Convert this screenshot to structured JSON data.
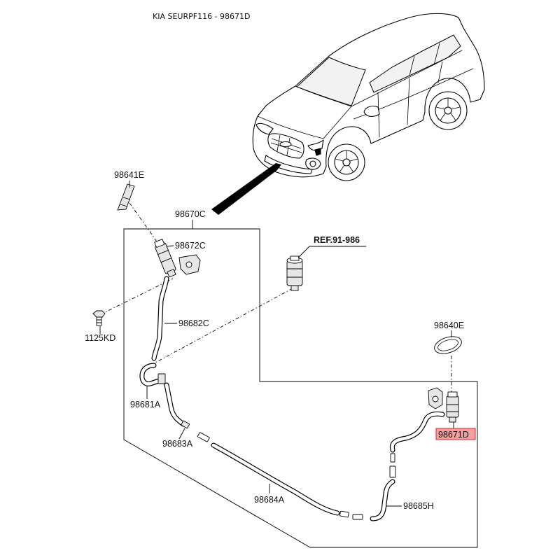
{
  "header": {
    "title": "KIA SEURPF116 - 98671D"
  },
  "callouts": {
    "c98641E": "98641E",
    "c98670C": "98670C",
    "c98672C": "98672C",
    "c98682C": "98682C",
    "c1125KD": "1125KD",
    "c98640E": "98640E",
    "c98681A": "98681A",
    "c98671D": "98671D",
    "c98683A": "98683A",
    "c98684A": "98684A",
    "c98685H": "98685H"
  },
  "reference": {
    "label": "REF.91-986"
  },
  "colors": {
    "highlight_fill": "#f4a0a0",
    "highlight_border": "#e0262b",
    "line": "#000000"
  }
}
